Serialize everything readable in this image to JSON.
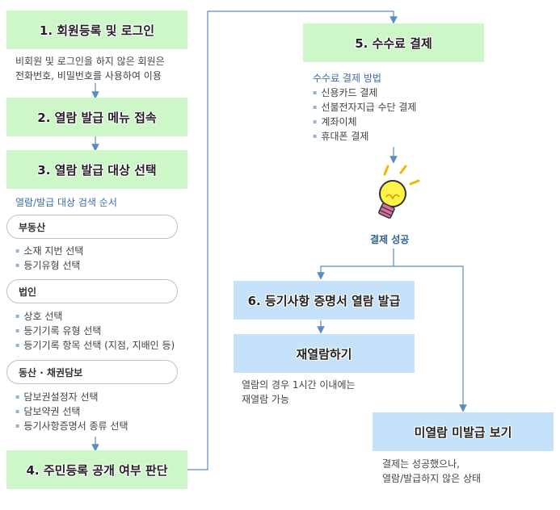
{
  "steps": {
    "s1": "1. 회원등록 및 로그인",
    "s1_desc": [
      "비회원 및 로그인을 하지 않은 회원은",
      "전화번호, 비밀번호를 사용하여 이용"
    ],
    "s2": "2. 열람 발급 메뉴 접속",
    "s3": "3. 열람 발급 대상 선택",
    "s3_sub": "열람/발급 대상 검색 순서",
    "s4": "4. 주민등록 공개 여부 판단",
    "s5": "5. 수수료 결제",
    "s5_sub": "수수료 결제 방법",
    "s6": "6. 등기사항 증명서 열람 발급"
  },
  "groups": [
    {
      "label": "부동산",
      "items": [
        "소재 지번 선택",
        "등기유형 선택"
      ]
    },
    {
      "label": "법인",
      "items": [
        "상호 선택",
        "등기기록 유형 선택",
        "등기기록 항목 선택 (지점, 지배인 등)"
      ]
    },
    {
      "label": "동산 · 채권담보",
      "items": [
        "담보권설정자 선택",
        "담보약권 선택",
        "등기사항증명서 종류 선택"
      ]
    }
  ],
  "payment_methods": [
    "신용카드 결제",
    "선불전자지급 수단 결제",
    "계좌이체",
    "휴대폰 결제"
  ],
  "success_label": "결제 성공",
  "reread": {
    "title": "재열람하기",
    "desc": [
      "열람의 경우 1시간 이내에는",
      "재열람 가능"
    ]
  },
  "unviewed": {
    "title": "미열람 미발급 보기",
    "desc": [
      "결제는 성공했으나,",
      "열람/발급하지 않은 상태"
    ]
  },
  "colors": {
    "green_box": "#cdf7c9",
    "blue_box": "#c6e2fb",
    "arrow": "#5b8cc0"
  },
  "icons": [
    "lightbulb-icon"
  ]
}
